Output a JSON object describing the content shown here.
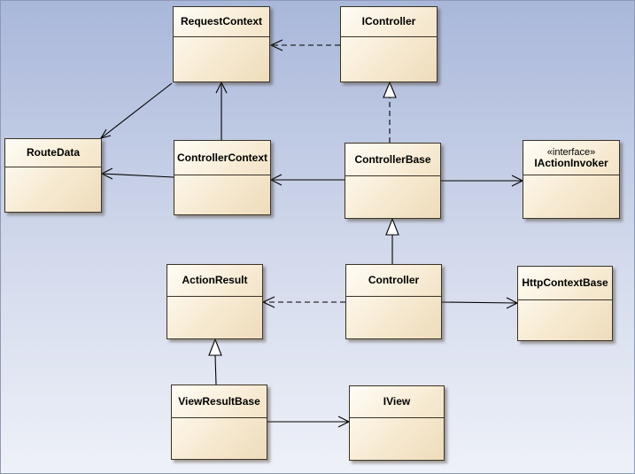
{
  "diagram": {
    "classes": {
      "request_context": {
        "name": "RequestContext"
      },
      "icontroller": {
        "name": "IController"
      },
      "route_data": {
        "name": "RouteData"
      },
      "controller_context": {
        "name": "ControllerContext"
      },
      "controller_base": {
        "name": "ControllerBase"
      },
      "iaction_invoker": {
        "name": "IActionInvoker",
        "stereotype": "«interface»"
      },
      "action_result": {
        "name": "ActionResult"
      },
      "controller": {
        "name": "Controller"
      },
      "http_context_base": {
        "name": "HttpContextBase"
      },
      "view_result_base": {
        "name": "ViewResultBase"
      },
      "iview": {
        "name": "IView"
      }
    },
    "relations": [
      {
        "from": "IController",
        "to": "RequestContext",
        "kind": "dependency"
      },
      {
        "from": "RequestContext",
        "to": "RouteData",
        "kind": "association"
      },
      {
        "from": "ControllerContext",
        "to": "RequestContext",
        "kind": "association"
      },
      {
        "from": "ControllerContext",
        "to": "RouteData",
        "kind": "association"
      },
      {
        "from": "ControllerBase",
        "to": "IController",
        "kind": "realization"
      },
      {
        "from": "ControllerBase",
        "to": "ControllerContext",
        "kind": "association"
      },
      {
        "from": "ControllerBase",
        "to": "IActionInvoker",
        "kind": "association"
      },
      {
        "from": "Controller",
        "to": "ControllerBase",
        "kind": "generalization"
      },
      {
        "from": "Controller",
        "to": "ActionResult",
        "kind": "dependency"
      },
      {
        "from": "Controller",
        "to": "HttpContextBase",
        "kind": "association"
      },
      {
        "from": "ViewResultBase",
        "to": "ActionResult",
        "kind": "generalization"
      },
      {
        "from": "ViewResultBase",
        "to": "IView",
        "kind": "association"
      }
    ]
  }
}
